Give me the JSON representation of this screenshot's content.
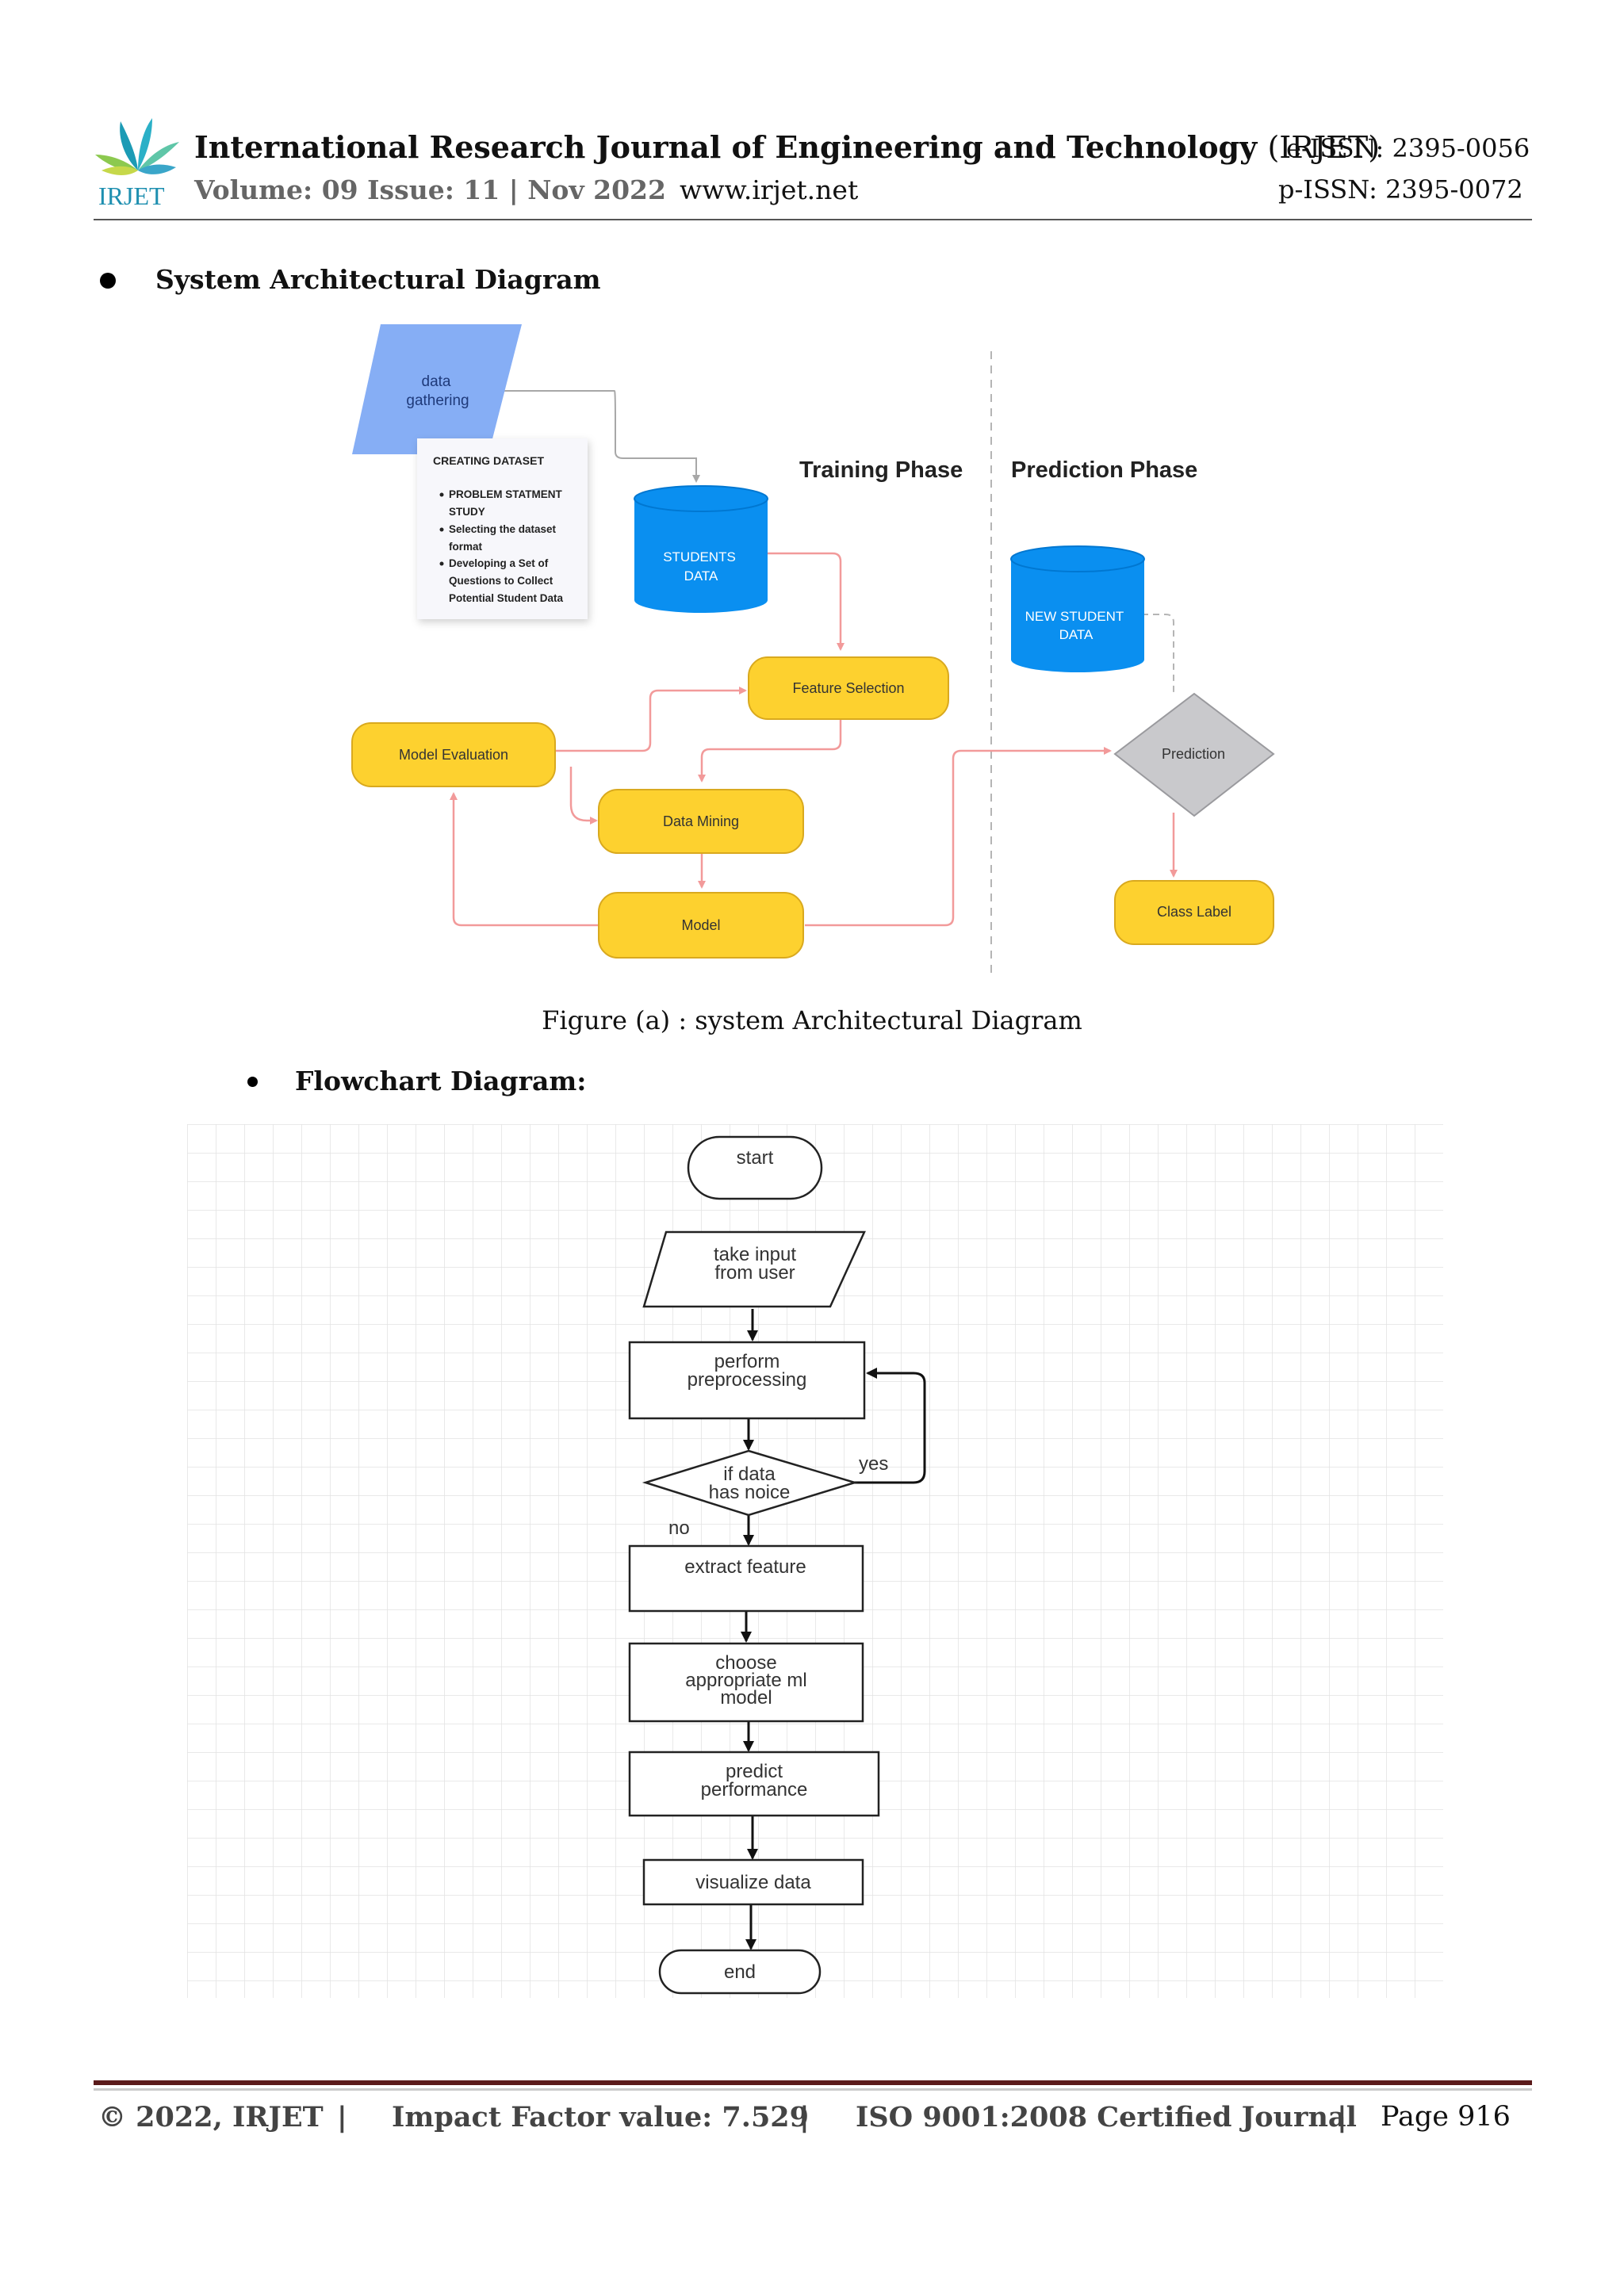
{
  "header": {
    "logo_text": "IRJET",
    "journal_name": "International Research Journal of Engineering and Technology",
    "journal_abbr": "(IRJET)",
    "eissn": "e-ISSN: 2395-0056",
    "volume": "Volume: 09 Issue: 11 | Nov 2022",
    "website": "www.irjet.net",
    "pissn": "p-ISSN: 2395-0072"
  },
  "section1": {
    "title": "System Architectural Diagram"
  },
  "arch": {
    "data_gathering": [
      "data",
      "gathering"
    ],
    "creating_dataset_title": "CREATING DATASET",
    "creating_dataset_items": [
      [
        "PROBLEM STATMENT",
        "STUDY"
      ],
      [
        "Selecting the dataset",
        "format"
      ],
      [
        "Developing a Set of",
        "Questions to Collect",
        "Potential Student Data"
      ]
    ],
    "training_phase": "Training Phase",
    "prediction_phase": "Prediction Phase",
    "students_data": [
      "STUDENTS",
      "DATA"
    ],
    "new_student_data": [
      "NEW STUDENT",
      "DATA"
    ],
    "feature_selection": "Feature Selection",
    "model_evaluation": "Model Evaluation",
    "data_mining": "Data Mining",
    "model": "Model",
    "prediction": "Prediction",
    "class_label": "Class  Label",
    "colors": {
      "db_blue": "#0a8ff0",
      "node_yellow": "#fdd12f",
      "node_border": "#d9a91e",
      "arrow": "#f29a9a",
      "parallelogram": "#86aef5",
      "diamond": "#c9c9cc"
    }
  },
  "figure_caption": "Figure (a) : system Architectural Diagram",
  "section2": {
    "title": "Flowchart Diagram:"
  },
  "flow": {
    "start": "start",
    "input": [
      "take input",
      "from user"
    ],
    "preprocess": [
      "perform",
      "preprocessing"
    ],
    "decision": [
      "if data",
      "has noice"
    ],
    "yes": "yes",
    "no": "no",
    "extract": "extract feature",
    "choose": [
      "choose",
      "appropriate ml",
      "model"
    ],
    "predict": [
      "predict",
      "performance"
    ],
    "visualize": "visualize data",
    "end": "end"
  },
  "footer": {
    "copyright": "© 2022, IRJET",
    "separator": "|",
    "impact": "Impact Factor value: 7.529",
    "iso": "ISO 9001:2008 Certified Journal",
    "page": "Page 916"
  }
}
